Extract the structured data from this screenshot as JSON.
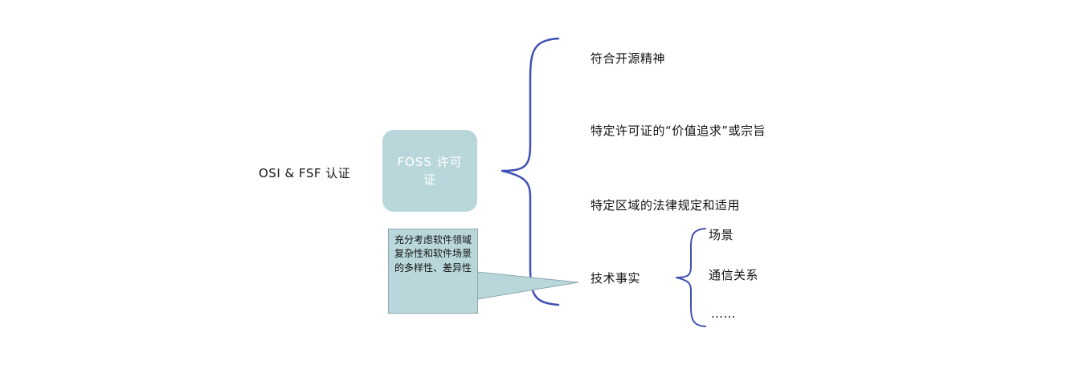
{
  "diagram": {
    "root_label": "OSI & FSF 认证",
    "center_node": "FOSS 许可证",
    "branches": [
      "符合开源精神",
      "特定许可证的“价值追求”或宗旨",
      "特定区域的法律规定和适用",
      "技术事实"
    ],
    "sub_branches": [
      "场景",
      "通信关系",
      "……"
    ],
    "callout": "充分考虑软件领域复杂性和软件场景的多样性、差异性",
    "colors": {
      "node_fill": "#b9d7db",
      "callout_fill": "#b9d7db",
      "callout_border": "#8aa8ae",
      "brace": "#4050b5",
      "text": "#121212"
    }
  }
}
